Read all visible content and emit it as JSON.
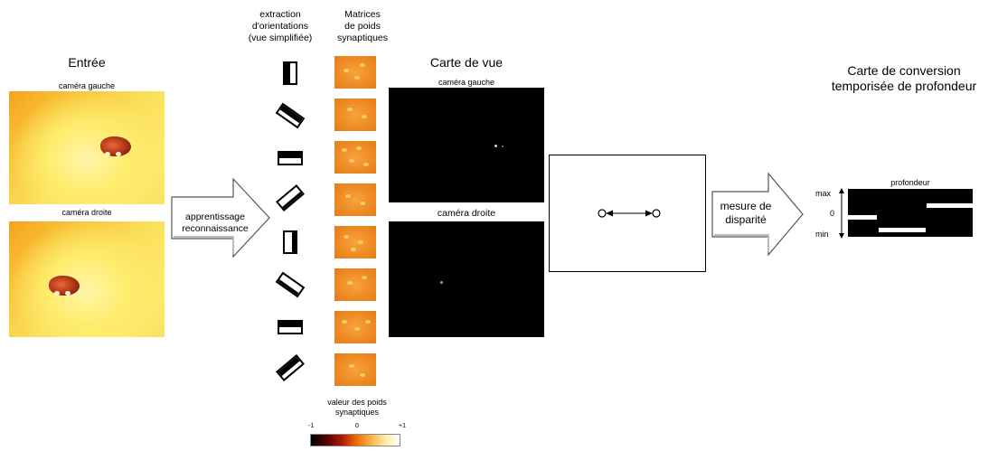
{
  "input": {
    "title": "Entrée",
    "left_camera_label": "caméra gauche",
    "right_camera_label": "caméra droite"
  },
  "learning_arrow": {
    "line1": "apprentissage",
    "line2": "reconnaissance"
  },
  "orientation_column": {
    "line1": "extraction",
    "line2": "d'orientations",
    "line3": "(vue simplifiée)"
  },
  "weights_column": {
    "line1": "Matrices",
    "line2": "de poids",
    "line3": "synaptiques"
  },
  "colorbar": {
    "title_line1": "valeur des poids",
    "title_line2": "synaptiques",
    "min_label": "-1",
    "mid_label": "0",
    "max_label": "+1"
  },
  "view_map": {
    "title": "Carte de vue",
    "left_label": "caméra gauche",
    "right_label": "caméra droite"
  },
  "disparity_arrow": {
    "line1": "mesure de",
    "line2": "disparité"
  },
  "depth_map": {
    "title_line1": "Carte de conversion",
    "title_line2": "temporisée de profondeur",
    "label": "profondeur",
    "max_label": "max",
    "zero_label": "0",
    "min_label": "min"
  }
}
